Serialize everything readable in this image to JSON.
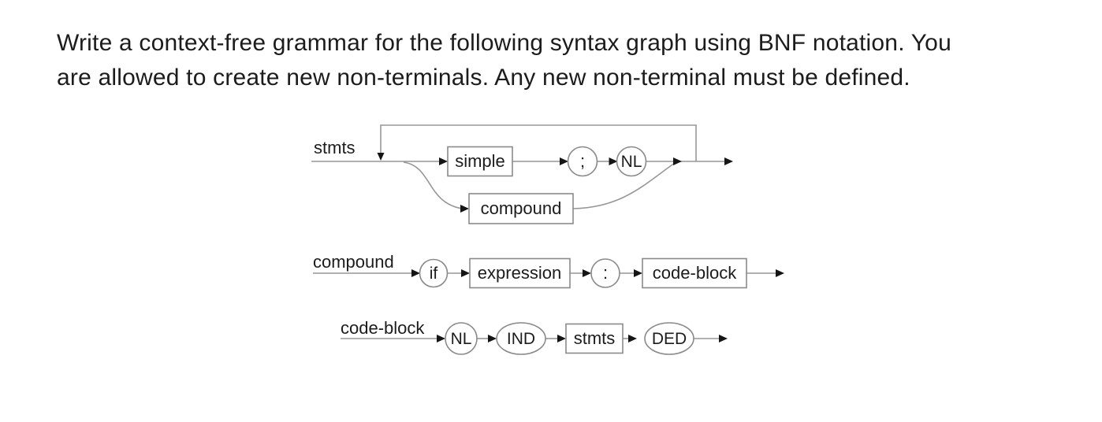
{
  "question": {
    "line1": "Write a context-free grammar for the following syntax graph using BNF notation. You",
    "line2": "are allowed to create new non-terminals. Any new non-terminal must be defined."
  },
  "colors": {
    "background": "#ffffff",
    "text": "#1c1c1c",
    "diagram_line": "#979797",
    "shape_border": "#8a8a8a",
    "arrowhead": "#151515"
  },
  "rules": {
    "stmts": {
      "label": "stmts",
      "top_branch": {
        "simple_box": "simple",
        "semicolon_terminal": ";",
        "nl_terminal": "NL"
      },
      "bottom_branch": {
        "compound_box": "compound"
      }
    },
    "compound": {
      "label": "compound",
      "if_terminal": "if",
      "expression_box": "expression",
      "colon_terminal": ":",
      "code_block_box": "code-block"
    },
    "code_block": {
      "label": "code-block",
      "nl_terminal": "NL",
      "ind_terminal": "IND",
      "stmts_box": "stmts",
      "ded_terminal": "DED"
    }
  }
}
